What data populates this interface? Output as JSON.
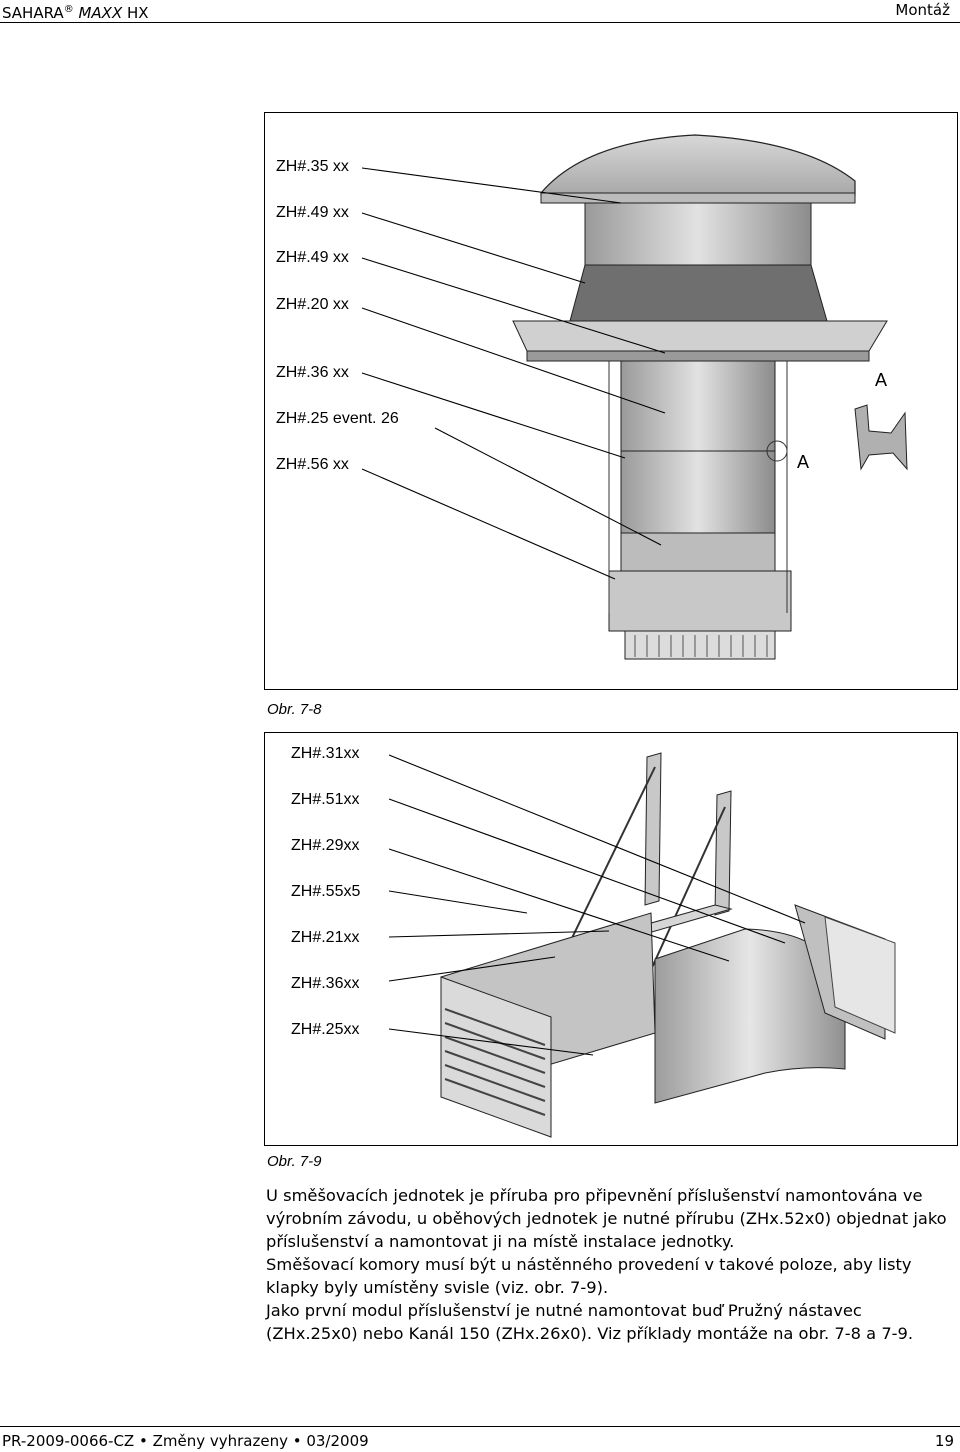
{
  "header": {
    "product_prefix": "SAHARA",
    "product_reg": "®",
    "product_model": "MAXX",
    "product_suffix": "HX",
    "section": "Montáž"
  },
  "figure_1": {
    "labels": [
      "ZH#.35 xx",
      "ZH#.49 xx",
      "ZH#.49 xx",
      "ZH#.20 xx",
      "ZH#.36 xx",
      "ZH#.25 event. 26",
      "ZH#.56 xx"
    ],
    "detail_marker": "A",
    "detail_title": "A",
    "caption": "Obr.  7-8"
  },
  "figure_2": {
    "labels": [
      "ZH#.31xx",
      "ZH#.51xx",
      "ZH#.29xx",
      "ZH#.55x5",
      "ZH#.21xx",
      "ZH#.36xx",
      "ZH#.25xx"
    ],
    "caption": "Obr.  7-9"
  },
  "body": {
    "paragraphs": [
      "U směšovacích jednotek je příruba pro připevnění příslušenství namontována ve výrobním závodu, u oběhových jednotek je nutné přírubu (ZHx.52x0) objednat jako příslušenství a namontovat ji na místě instalace jednotky.",
      "Směšovací komory musí být u nástěnného provedení v takové poloze, aby listy klapky byly umístěny svisle (viz. obr. 7-9).",
      "Jako první modul příslušenství je nutné namontovat buď Pružný nástavec (ZHx.25x0) nebo Kanál 150 (ZHx.26x0). Viz příklady montáže na obr. 7-8 a 7-9."
    ]
  },
  "footer": {
    "left": "PR-2009-0066-CZ • Změny vyhrazeny • 03/2009",
    "page": "19"
  }
}
